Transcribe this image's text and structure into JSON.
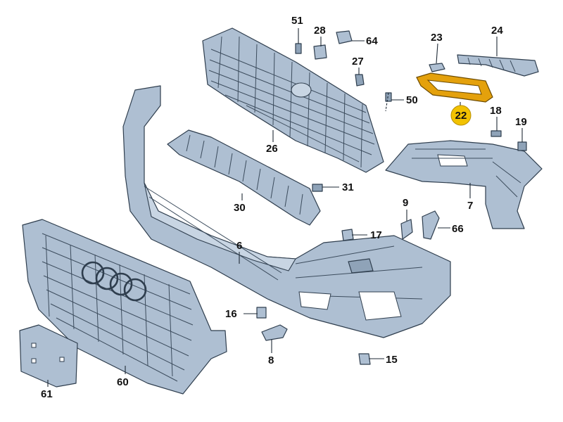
{
  "colors": {
    "part_fill": "#aebfd2",
    "outline": "#2f3e4e",
    "highlight_part": "#e4a10c",
    "highlight_badge": "#f2c200",
    "background": "#ffffff"
  },
  "callouts": [
    {
      "id": "51",
      "label": "51"
    },
    {
      "id": "28",
      "label": "28"
    },
    {
      "id": "64",
      "label": "64"
    },
    {
      "id": "23",
      "label": "23"
    },
    {
      "id": "24",
      "label": "24"
    },
    {
      "id": "27",
      "label": "27"
    },
    {
      "id": "50",
      "label": "50"
    },
    {
      "id": "22",
      "label": "22",
      "highlighted": true
    },
    {
      "id": "18",
      "label": "18"
    },
    {
      "id": "19",
      "label": "19"
    },
    {
      "id": "26",
      "label": "26"
    },
    {
      "id": "31",
      "label": "31"
    },
    {
      "id": "30",
      "label": "30"
    },
    {
      "id": "7",
      "label": "7"
    },
    {
      "id": "9",
      "label": "9"
    },
    {
      "id": "66",
      "label": "66"
    },
    {
      "id": "17",
      "label": "17"
    },
    {
      "id": "6",
      "label": "6"
    },
    {
      "id": "16",
      "label": "16"
    },
    {
      "id": "8",
      "label": "8"
    },
    {
      "id": "15",
      "label": "15"
    },
    {
      "id": "61",
      "label": "61"
    },
    {
      "id": "60",
      "label": "60"
    }
  ]
}
